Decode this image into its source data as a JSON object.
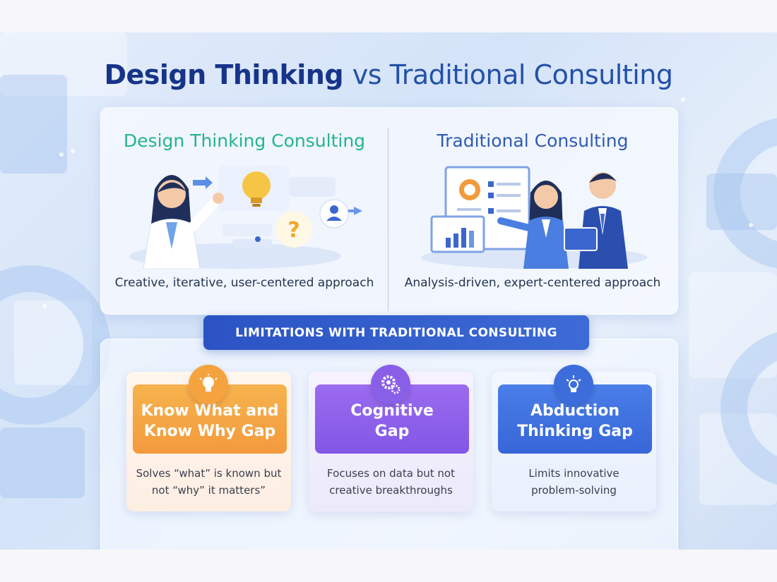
{
  "title": {
    "strong": "Design Thinking",
    "rest": "vs Traditional Consulting"
  },
  "comparison": {
    "left": {
      "heading": "Design Thinking Consulting",
      "description": "Creative, iterative, user-centered approach"
    },
    "right": {
      "heading": "Traditional Consulting",
      "description": "Analysis-driven, expert-centered approach"
    }
  },
  "banner": "LIMITATIONS WITH TRADITIONAL CONSULTING",
  "cards": [
    {
      "title_line1": "Know What and",
      "title_line2": "Know Why Gap",
      "desc_line1": "Solves “what” is known but",
      "desc_line2": "not “why” it matters”",
      "icon": "lightbulb-icon",
      "color": "#f5a33f"
    },
    {
      "title_line1": "Cognitive",
      "title_line2": "Gap",
      "desc_line1": "Focuses on data but not",
      "desc_line2": "creative breakthroughs",
      "icon": "gears-icon",
      "color": "#8a5fe8"
    },
    {
      "title_line1": "Abduction",
      "title_line2": "Thinking Gap",
      "desc_line1": "Limits innovative",
      "desc_line2": "problem-solving",
      "icon": "idea-bulb-icon",
      "color": "#3c6ddb"
    }
  ],
  "colors": {
    "title": "#17348a",
    "design_heading": "#24b58b",
    "traditional_heading": "#2f5bb3",
    "banner": "#2b53c4"
  }
}
